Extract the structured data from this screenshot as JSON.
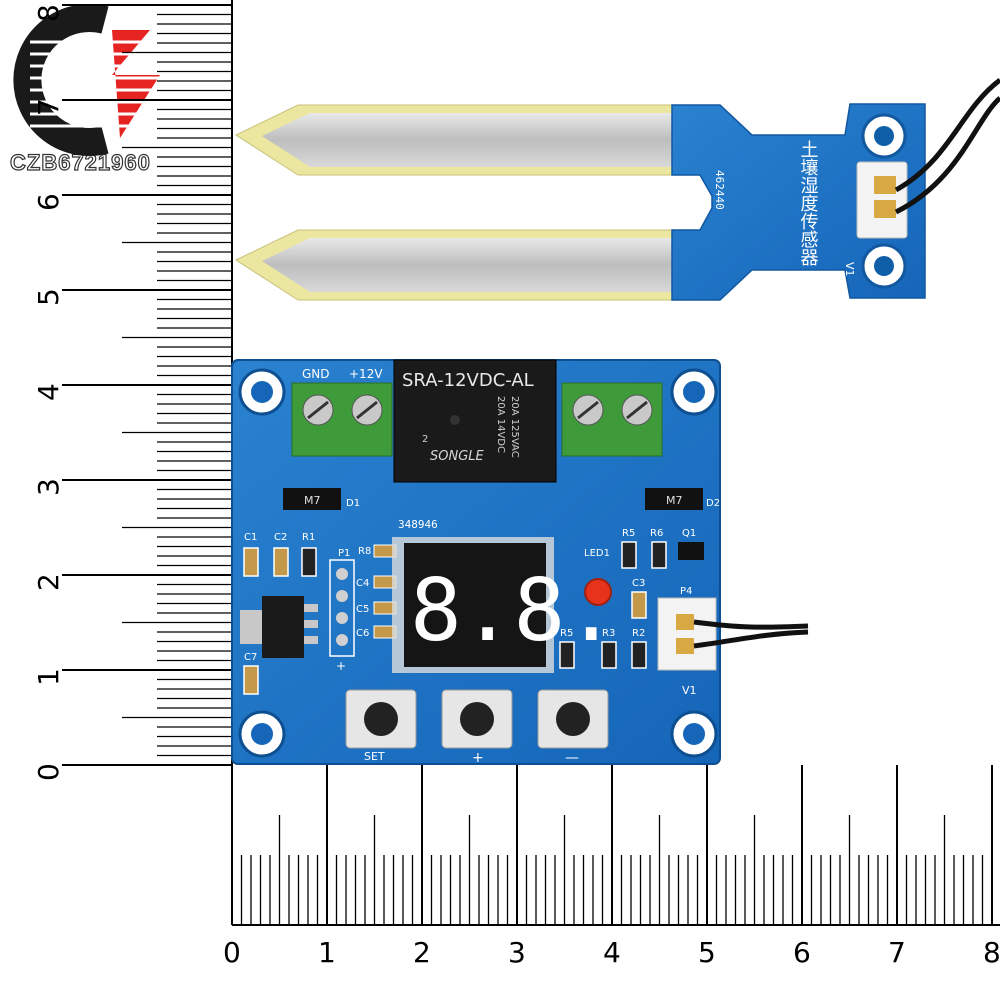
{
  "watermark": {
    "text": "CZB6721960"
  },
  "ruler_vertical": {
    "labels": [
      "8",
      "7",
      "6",
      "5",
      "4",
      "3",
      "2",
      "1",
      "0"
    ]
  },
  "ruler_horizontal": {
    "labels": [
      "0",
      "1",
      "2",
      "3",
      "4",
      "5",
      "6",
      "7",
      "8"
    ]
  },
  "probe": {
    "chinese_label": "土壤湿度传感器",
    "code": "462440",
    "version": "V1"
  },
  "board": {
    "relay_model": "SRA-12VDC-AL",
    "relay_rating1": "20A 125VAC",
    "relay_rating2": "20A 14VDC",
    "relay_brand": "SONGLE",
    "relay_pin": "2",
    "label_gnd": "GND",
    "label_12v": "+12V",
    "board_code": "348946",
    "diode_code": "M7",
    "label_d1": "D1",
    "label_d2": "D2",
    "label_c1": "C1",
    "label_c2": "C2",
    "label_r1": "R1",
    "label_p1": "P1",
    "label_r8": "R8",
    "label_c4": "C4",
    "label_c5": "C5",
    "label_c6": "C6",
    "label_c7": "C7",
    "label_r5": "R5",
    "label_r6": "R6",
    "label_q1": "Q1",
    "label_led1": "LED1",
    "label_c3": "C3",
    "label_p4": "P4",
    "label_r3": "R3",
    "label_r2": "R2",
    "label_r5b": "R5",
    "label_v1": "V1",
    "label_plus_small": "+",
    "display_value": "8.8.",
    "button_set": "SET",
    "button_plus": "+",
    "button_minus": "—"
  },
  "colors": {
    "pcb_blue": "#1d74c4",
    "pcb_dark": "#0f5fa8",
    "terminal_green": "#3f9a3a",
    "led_red": "#e8331c",
    "gold": "#e8e49a"
  }
}
